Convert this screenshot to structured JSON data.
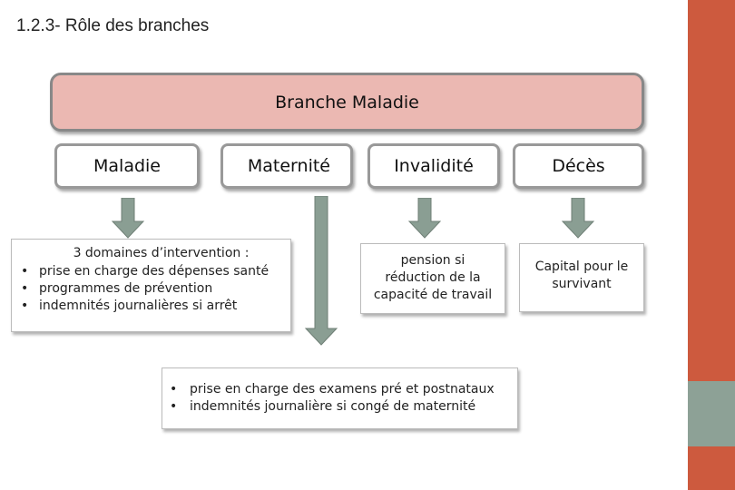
{
  "title": "1.2.3- Rôle des branches",
  "banner": "Branche Maladie",
  "categories": [
    "Maladie",
    "Maternité",
    "Invalidité",
    "Décès"
  ],
  "maladie_box": {
    "heading": "3 domaines d’intervention :",
    "items": [
      "prise en charge des dépenses santé",
      "programmes de prévention",
      "indemnités journalières si arrêt"
    ]
  },
  "invalidite_box": [
    "pension si",
    "réduction de la",
    "capacité de travail"
  ],
  "deces_box": [
    "Capital pour le",
    "survivant"
  ],
  "maternite_box": {
    "items": [
      "prise en charge des examens pré et postnataux",
      "indemnités journalière si congé de maternité"
    ]
  },
  "colors": {
    "banner_fill": "#ebb8b2",
    "arrow_fill": "#8a9e93",
    "accent_red": "#cd5a3e",
    "accent_gray": "#8da196"
  }
}
